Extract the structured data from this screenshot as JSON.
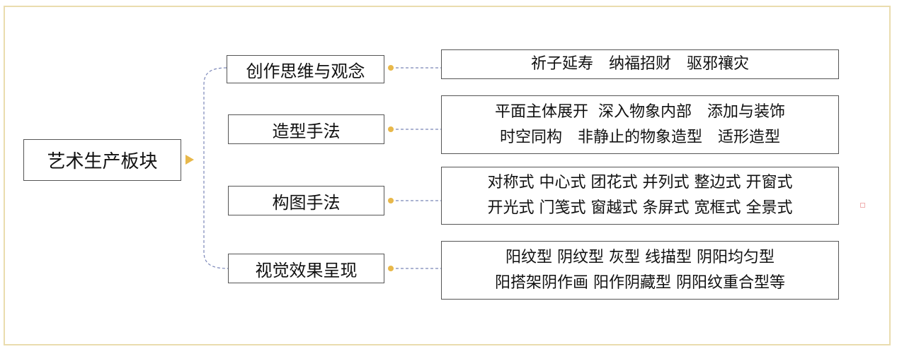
{
  "root": {
    "label": "艺术生产板块"
  },
  "branches": [
    {
      "label": "创作思维与观念",
      "lines": [
        "祈子延寿　纳福招财　驱邪禳灾"
      ]
    },
    {
      "label": "造型手法",
      "lines": [
        "平面主体展开  深入物象内部　添加与装饰",
        "时空同构　非静止的物象造型　适形造型"
      ]
    },
    {
      "label": "构图手法",
      "lines": [
        "对称式 中心式 团花式 并列式 整边式 开窗式",
        "开光式 门笺式 窗越式 条屏式 宽框式 全景式"
      ]
    },
    {
      "label": "视觉效果呈现",
      "lines": [
        "阳纹型 阴纹型 灰型 线描型 阴阳均匀型",
        "阳搭架阴作画 阳作阴藏型 阴阳纹重合型等"
      ]
    }
  ],
  "colors": {
    "accent": "#e8b84a",
    "connector": "#7a86b8",
    "frame": "#eadcae"
  }
}
